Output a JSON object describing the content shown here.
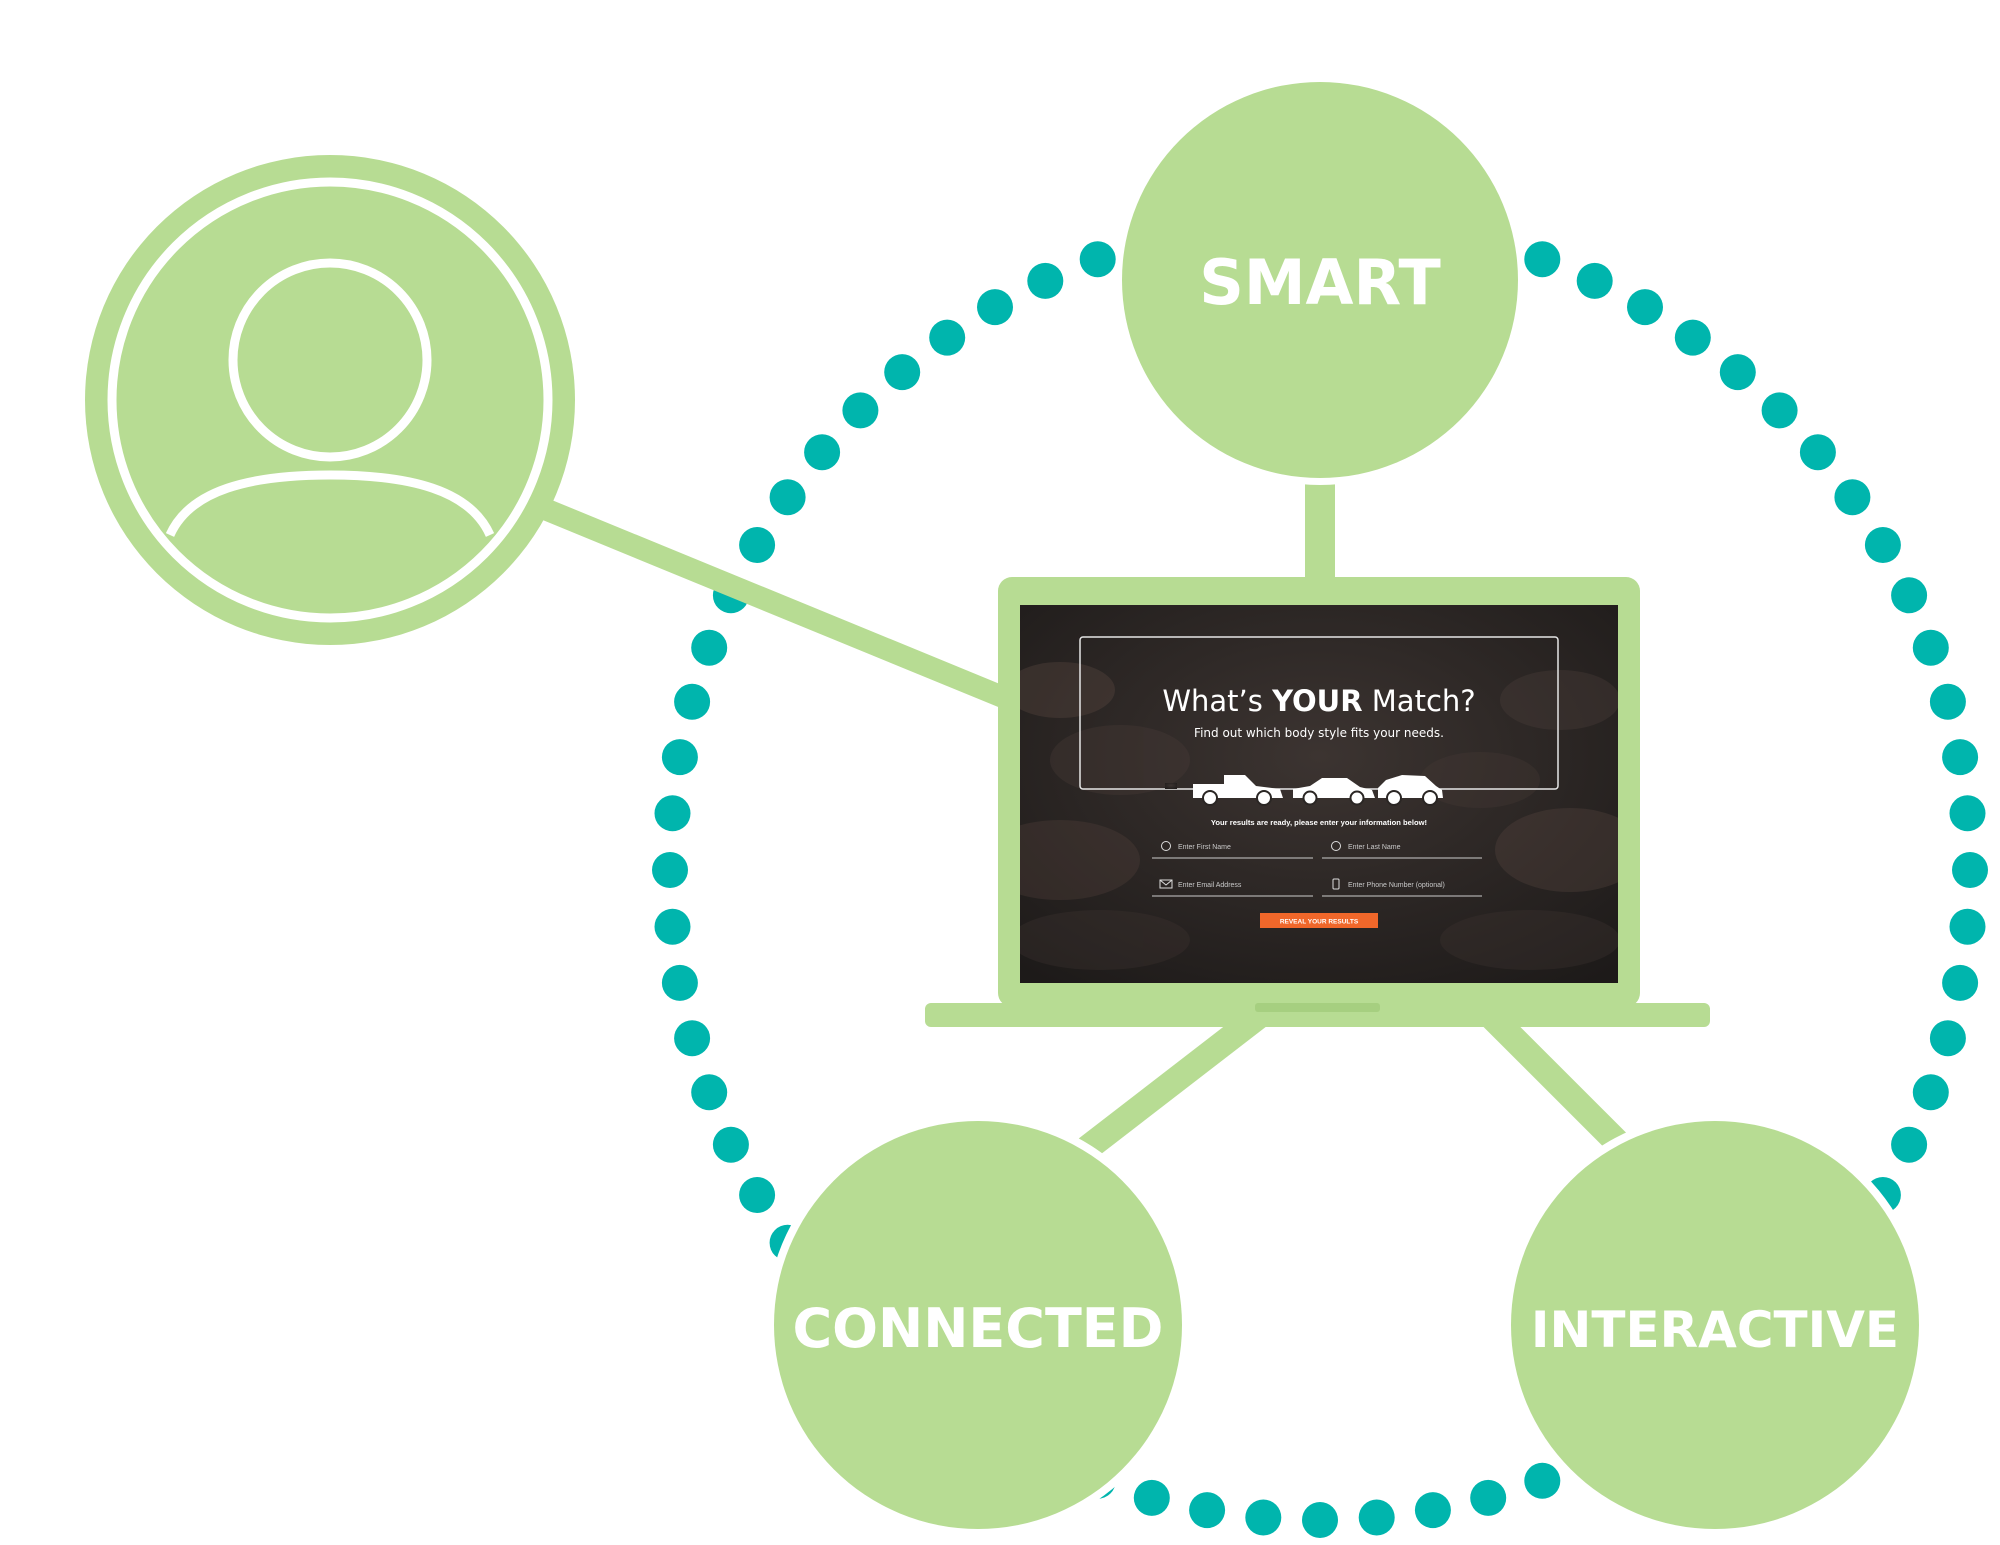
{
  "nodes": {
    "smart": "SMART",
    "connected": "CONNECTED",
    "interactive": "INTERACTIVE"
  },
  "screen": {
    "title_pre": "What’s ",
    "title_bold": "YOUR",
    "title_post": " Match?",
    "subtitle": "Find out which body style fits your needs.",
    "results_message": "Your results are ready, please enter your information below!",
    "fields": {
      "first_name": "Enter First Name",
      "last_name": "Enter Last Name",
      "email": "Enter Email Address",
      "phone": "Enter Phone Number (optional)"
    },
    "button": "REVEAL YOUR RESULTS"
  },
  "icons": {
    "user": "user-icon",
    "laptop": "laptop-icon",
    "vehicles": [
      "pickup-truck-icon",
      "sedan-icon",
      "suv-icon"
    ],
    "person_field": "person-icon",
    "email_field": "envelope-icon",
    "phone_field": "phone-icon"
  },
  "colors": {
    "green": "#b7dc93",
    "teal": "#00b5ad",
    "orange": "#f0672a",
    "screen_bg": "#2a2624"
  }
}
